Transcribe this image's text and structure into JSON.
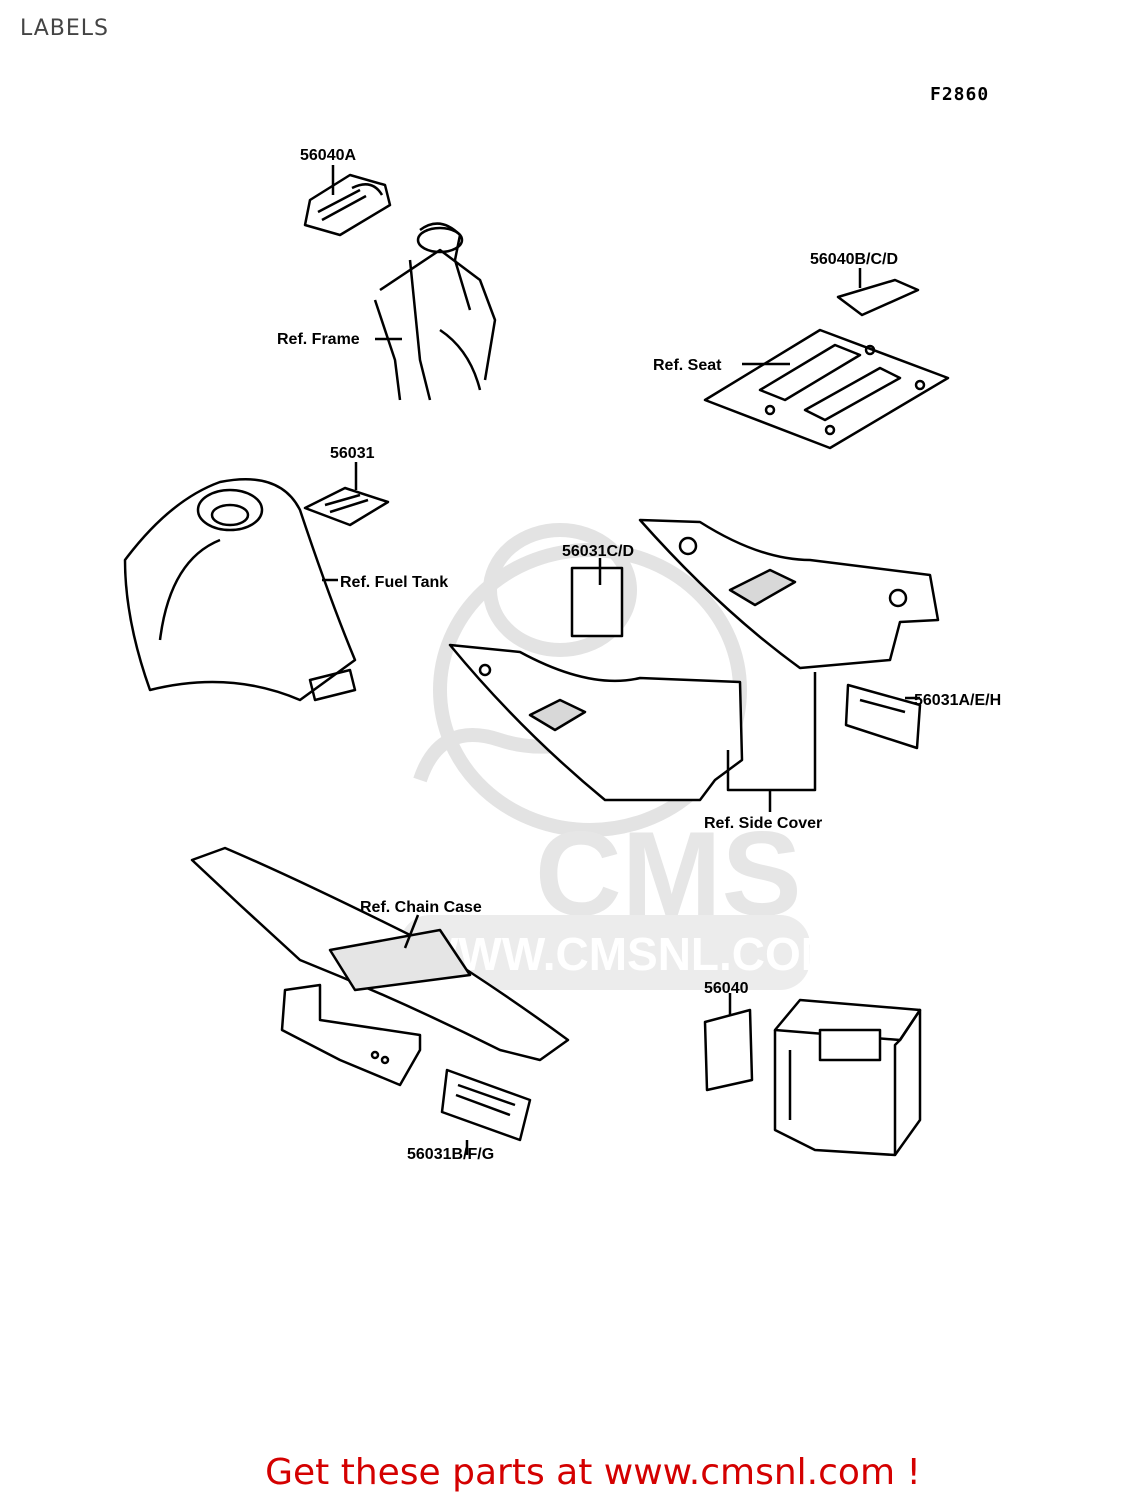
{
  "page": {
    "title": "LABELS",
    "figure_code": "F2860"
  },
  "watermark": {
    "logo_text": "CMS",
    "url_text": "WWW.CMSNL.COM"
  },
  "parts": {
    "p56040A": "56040A",
    "p56040BCD": "56040B/C/D",
    "p56031": "56031",
    "p56031CD": "56031C/D",
    "p56031AEH": "56031A/E/H",
    "p56040": "56040",
    "p56031BFG": "56031B/F/G"
  },
  "refs": {
    "frame": "Ref. Frame",
    "seat": "Ref. Seat",
    "fuel_tank": "Ref. Fuel Tank",
    "side_cover": "Ref. Side Cover",
    "chain_case": "Ref. Chain Case"
  },
  "footer": {
    "text": "Get these parts at www.cmsnl.com !"
  }
}
